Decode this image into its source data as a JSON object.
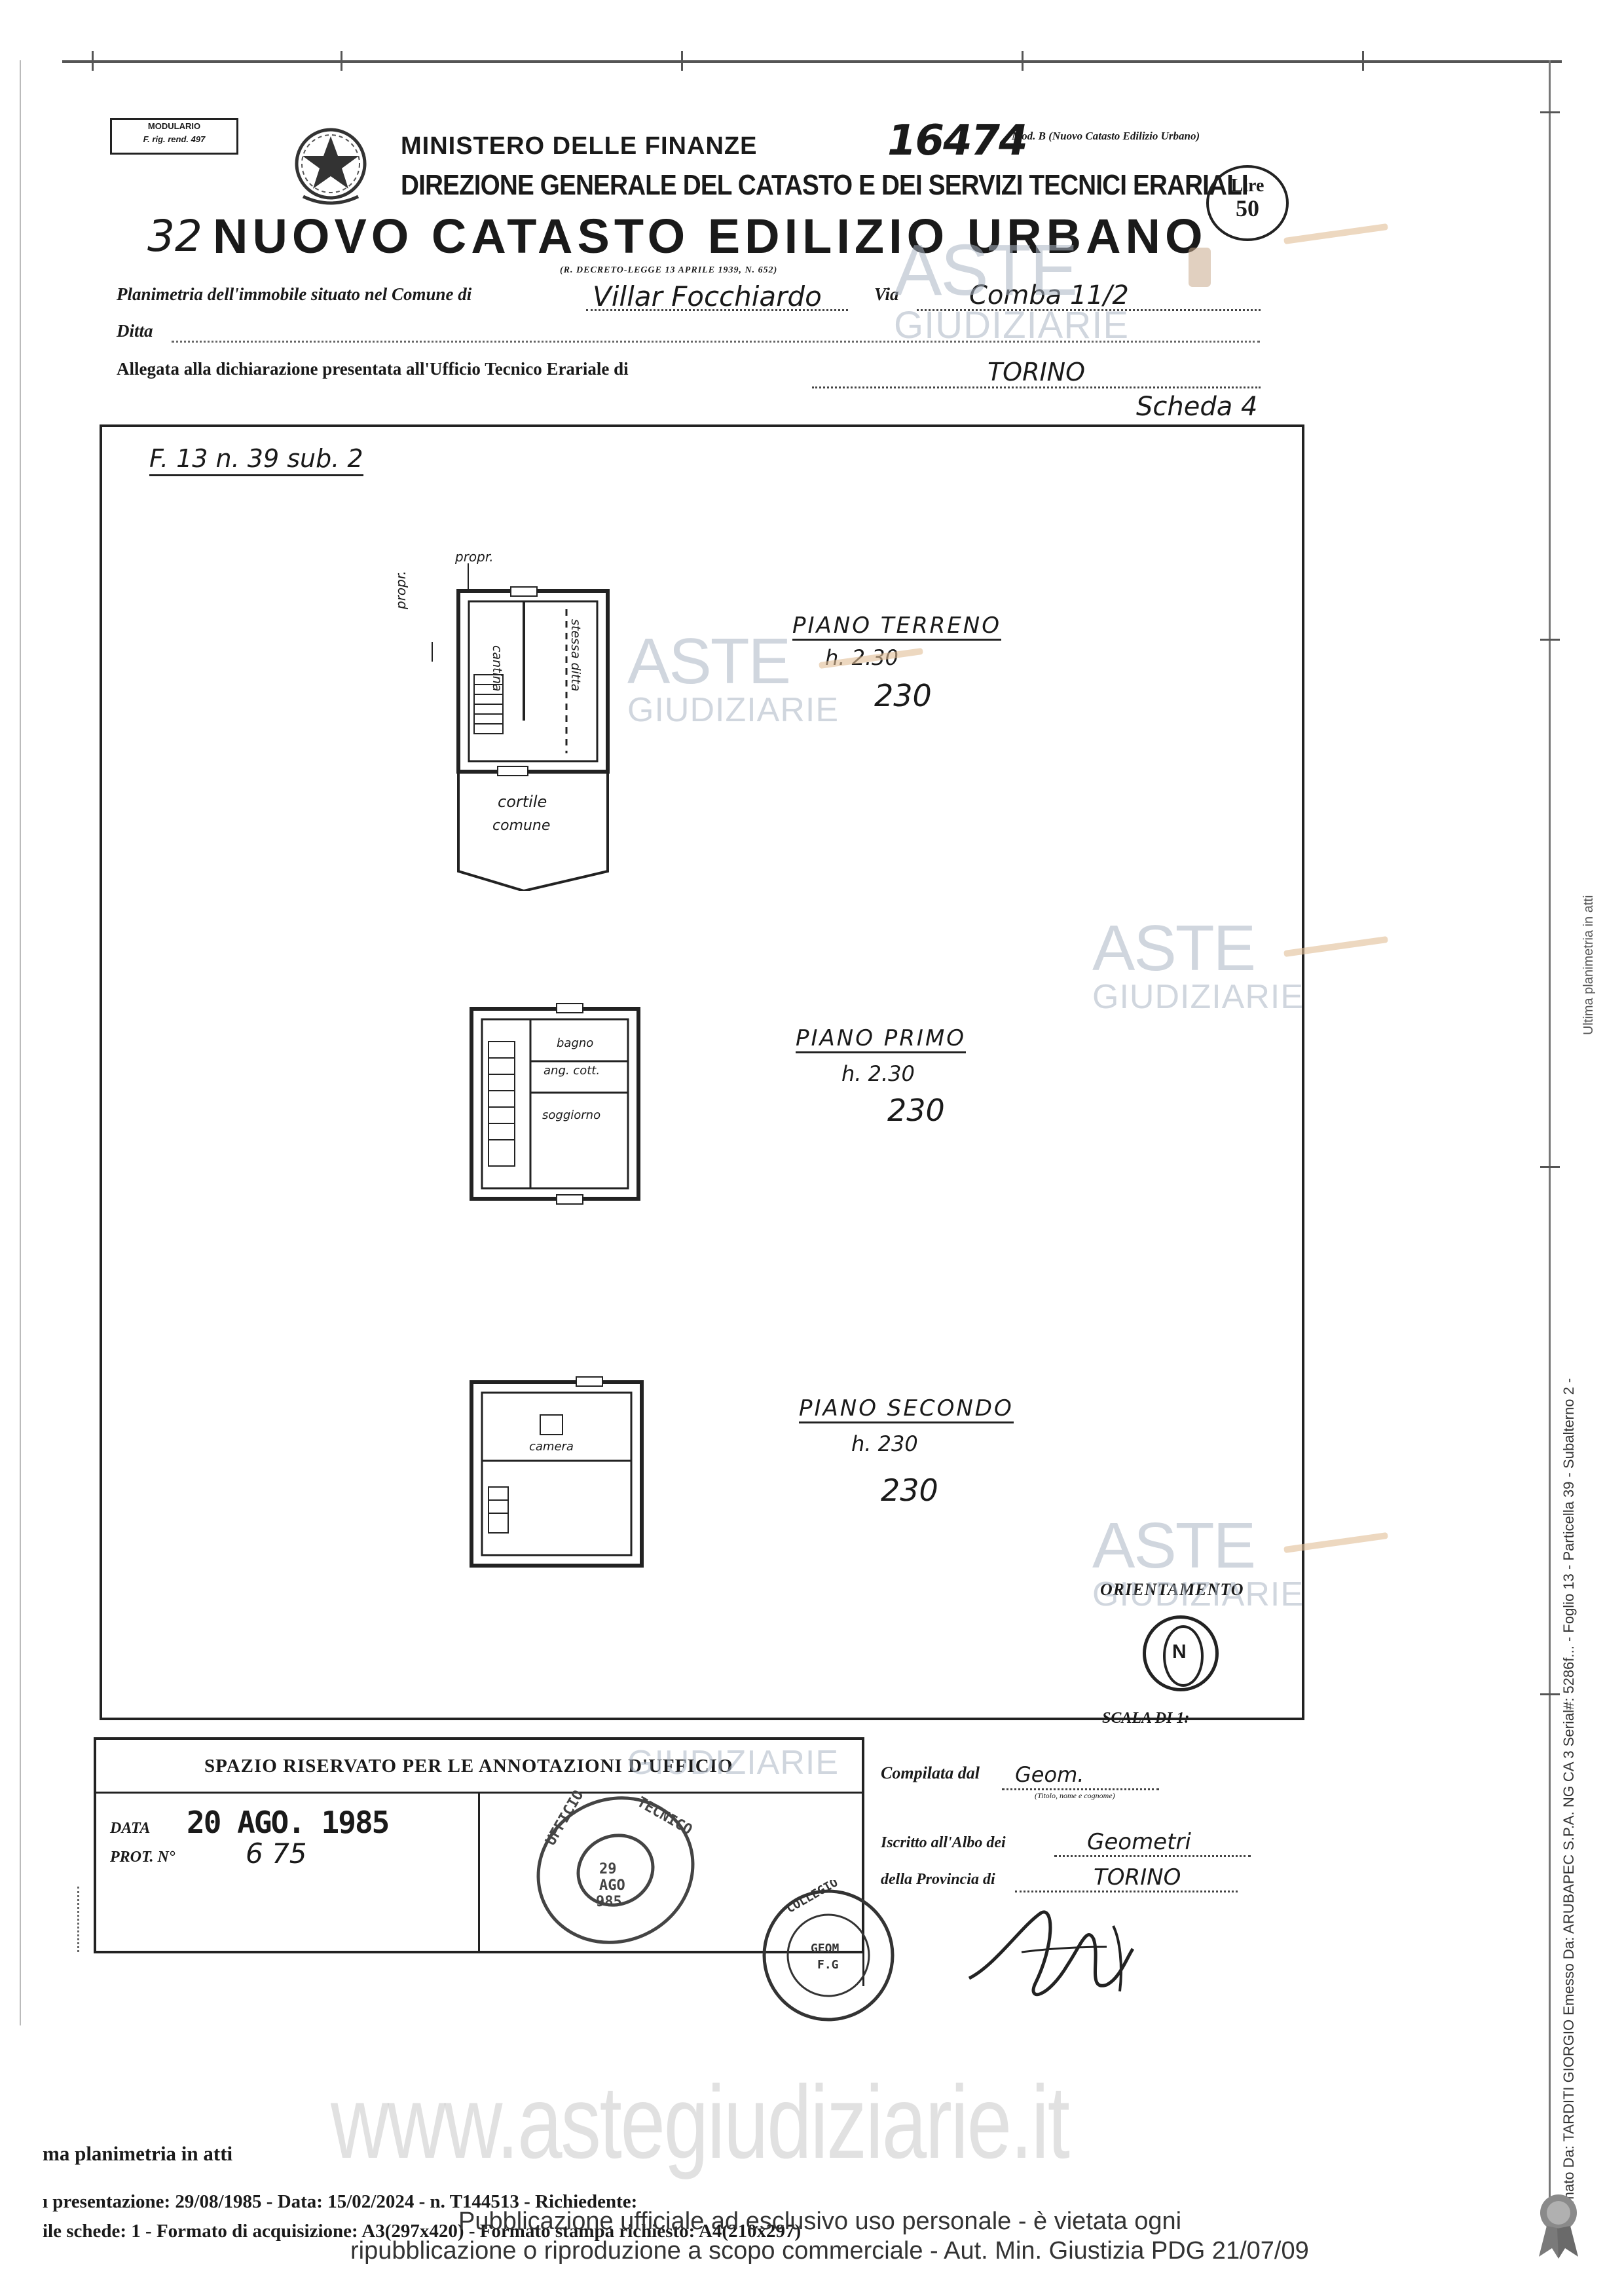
{
  "header": {
    "modulario_line1": "MODULARIO",
    "modulario_line2": "F. rig. rend. 497",
    "handwritten_number": "16474",
    "model_note": "Mod. B (Nuovo Catasto Edilizio Urbano)",
    "ministry": "MINISTERO DELLE FINANZE",
    "direction": "DIREZIONE GENERALE DEL CATASTO E DEI SERVIZI TECNICI ERARIALI",
    "stamp_duty_label": "Lire",
    "stamp_duty_value": "50",
    "sheet_number": "32",
    "title": "NUOVO CATASTO EDILIZIO URBANO",
    "decree": "(R. DECRETO-LEGGE 13 APRILE 1939, N. 652)"
  },
  "form": {
    "planimetria_label": "Planimetria dell'immobile situato nel Comune di",
    "comune_value": "Villar Focchiardo",
    "via_label": "Via",
    "via_value": "Comba 11/2",
    "ditta_label": "Ditta",
    "allegata_label": "Allegata alla dichiarazione presentata all'Ufficio Tecnico Erariale di",
    "ufficio_value": "TORINO",
    "scheda": "Scheda 4"
  },
  "drawing": {
    "reference": "F. 13 n. 39 sub. 2",
    "top_label": "propr.",
    "side_label": "propr.",
    "floors": [
      {
        "name": "PIANO TERRENO",
        "height_label": "h. 2.30",
        "height_value": "230"
      },
      {
        "name": "PIANO PRIMO",
        "height_label": "h. 2.30",
        "height_value": "230"
      },
      {
        "name": "PIANO SECONDO",
        "height_label": "h. 230",
        "height_value": "230"
      }
    ],
    "rooms": {
      "cantina": "cantina",
      "stessa_ditta": "stessa ditta",
      "cortile": "cortile",
      "comune": "comune",
      "bagno": "bagno",
      "ang_cott": "ang. cott.",
      "soggiorno": "soggiorno",
      "camera": "camera"
    },
    "orientamento": "ORIENTAMENTO",
    "north": "N",
    "scala": "SCALA DI 1:"
  },
  "office": {
    "spazio_label": "SPAZIO RISERVATO PER LE ANNOTAZIONI D'UFFICIO",
    "data_label": "DATA",
    "data_value": "20 AGO. 1985",
    "prot_label": "PROT. N°",
    "prot_value": "6 75",
    "compilata_label": "Compilata dal",
    "compilata_value": "Geom.",
    "titolo_note": "(Titolo, nome e cognome)",
    "iscritto_label": "Iscritto all'Albo dei",
    "iscritto_value": "Geometri",
    "provincia_label": "della Provincia di",
    "provincia_value": "TORINO"
  },
  "footer": {
    "watermark_url": "www.astegiudiziarie.it",
    "line1": "ma planimetria in atti",
    "line2": "ı presentazione: 29/08/1985 - Data: 15/02/2024 - n. T144513 - Richiedente:",
    "line3": "ile schede: 1 - Formato di acquisizione: A3(297x420) - Formato stampa richiesto: A4(210x297)",
    "notice1": "Pubblicazione ufficiale ad esclusivo uso personale - è vietata ogni",
    "notice2": "ripubblicazione o riproduzione a scopo commerciale - Aut. Min. Giustizia PDG 21/07/09"
  },
  "side": {
    "vertical_note": "Firmato Da: TARDITI GIORGIO Emesso Da: ARUBAPEC S.P.A. NG CA 3 Serial#: 5286f... - Foglio 13 - Particella 39 - Subalterno 2 -",
    "right_tag": "Ultima planimetria in atti"
  },
  "watermark": {
    "brand_top": "ASTE",
    "brand_bottom": "GIUDIZIARIE"
  },
  "colors": {
    "ink": "#1a1a1a",
    "watermark": "#aab4c3",
    "gavel": "#e1be96"
  }
}
